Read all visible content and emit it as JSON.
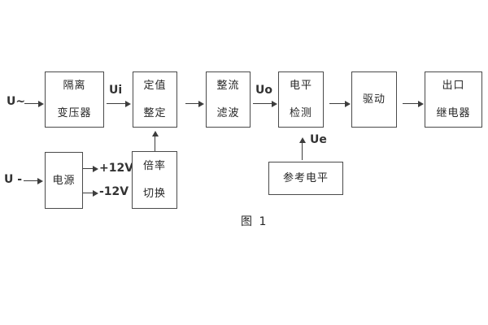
{
  "diagram": {
    "caption": "图 1",
    "inputs": {
      "ac_label": "U~",
      "dc_label": "U -"
    },
    "signal_labels": {
      "ui": "Ui",
      "uo": "Uo",
      "ue": "Ue",
      "plus_12v": "+12V",
      "minus_12v": "-12V"
    },
    "blocks": {
      "isolation_transformer": {
        "line1": "隔离",
        "line2": "变压器"
      },
      "setting_adjustment": {
        "line1": "定值",
        "line2": "整定"
      },
      "rectifier_filter": {
        "line1": "整流",
        "line2": "滤波"
      },
      "level_detection": {
        "line1": "电平",
        "line2": "检测"
      },
      "drive": {
        "line1": "驱动",
        "line2": ""
      },
      "output_relay": {
        "line1": "出口",
        "line2": "继电器"
      },
      "power_supply": {
        "line1": "电源",
        "line2": ""
      },
      "multiplier_switch": {
        "line1": "倍率",
        "line2": "切换"
      },
      "reference_level": {
        "line1": "参考电平",
        "line2": ""
      }
    },
    "colors": {
      "background": "#ffffff",
      "border": "#4a4a4a",
      "line": "#3d3d3d",
      "text": "#262626"
    }
  }
}
